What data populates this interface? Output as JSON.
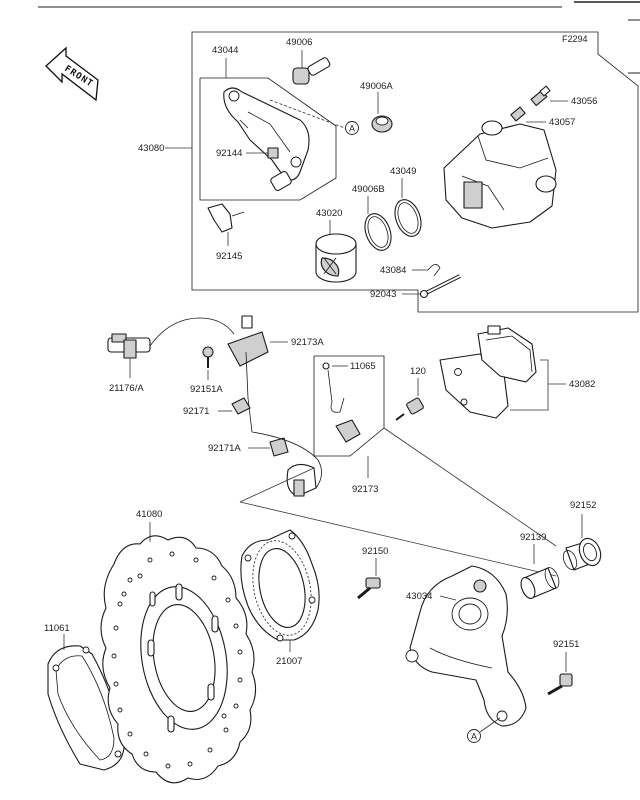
{
  "figure_code": "F2294",
  "front_label": "FRONT",
  "marker_letter": "A",
  "parts": {
    "p43044": "43044",
    "p49006": "49006",
    "p49006A": "49006A",
    "p43056": "43056",
    "p43057": "43057",
    "p43080": "43080",
    "p92144": "92144",
    "p43049": "43049",
    "p49006B": "49006B",
    "p43020": "43020",
    "p92145": "92145",
    "p43084": "43084",
    "p92043": "92043",
    "p92173A": "92173A",
    "p11065": "11065",
    "p120": "120",
    "p43082": "43082",
    "p21176A": "21176/A",
    "p92151A": "92151A",
    "p92171": "92171",
    "p92171A": "92171A",
    "p92173": "92173",
    "p41080": "41080",
    "p92152": "92152",
    "p92139": "92139",
    "p92150": "92150",
    "p43034": "43034",
    "p11061": "11061",
    "p21007": "21007",
    "p92151": "92151"
  }
}
